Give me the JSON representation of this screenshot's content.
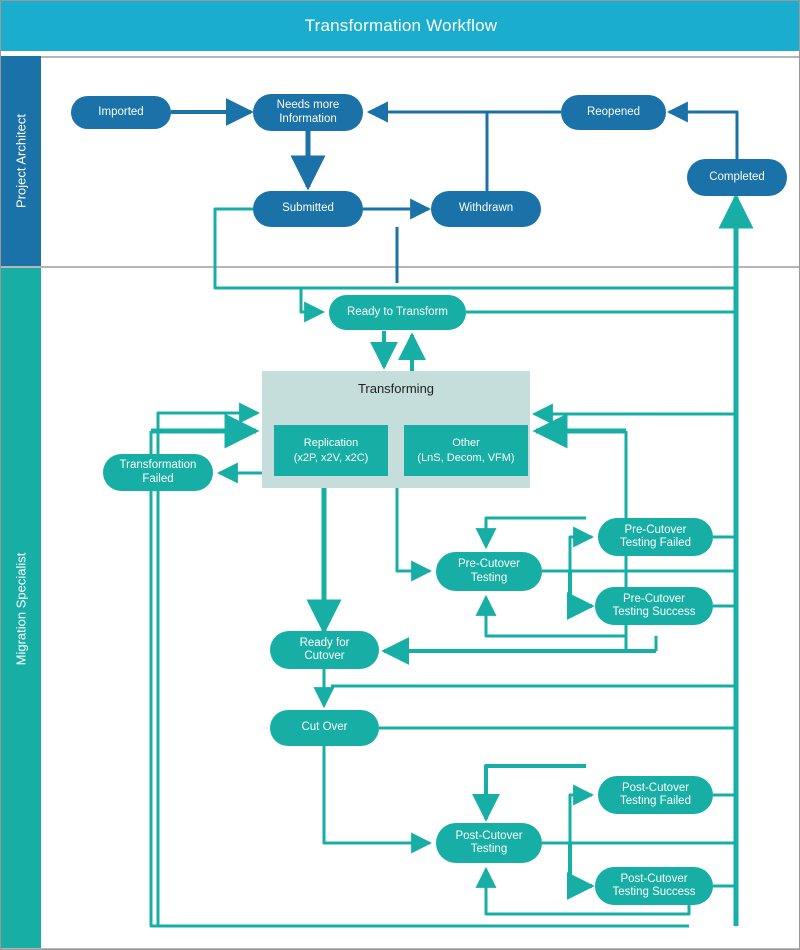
{
  "header": {
    "title": "Transformation Workflow"
  },
  "colors": {
    "header_bg": "#1BADCE",
    "lane_architect_bg": "#1A72A8",
    "lane_specialist_bg": "#17AFA5",
    "node_blue": "#1A72A8",
    "node_teal": "#17AFA5",
    "group_bg": "#c5dedb",
    "divider": "#b6b6b6"
  },
  "lanes": [
    {
      "id": "project-architect",
      "label": "Project Architect"
    },
    {
      "id": "migration-specialist",
      "label": "Migration Specialist"
    }
  ],
  "nodes": {
    "imported": "Imported",
    "needs_more_information": "Needs more\nInformation",
    "needs_more_information_l1": "Needs more",
    "needs_more_information_l2": "Information",
    "submitted": "Submitted",
    "withdrawn": "Withdrawn",
    "reopened": "Reopened",
    "completed": "Completed",
    "ready_to_transform": "Ready to Transform",
    "transforming": "Transforming",
    "replication_l1": "Replication",
    "replication_l2": "(x2P, x2V, x2C)",
    "other_l1": "Other",
    "other_l2": "(LnS, Decom, VFM)",
    "transformation_failed_l1": "Transformation",
    "transformation_failed_l2": "Failed",
    "pre_cutover_testing_l1": "Pre-Cutover",
    "pre_cutover_testing_l2": "Testing",
    "pre_cutover_testing_failed_l1": "Pre-Cutover",
    "pre_cutover_testing_failed_l2": "Testing Failed",
    "pre_cutover_testing_success_l1": "Pre-Cutover",
    "pre_cutover_testing_success_l2": "Testing Success",
    "ready_for_cutover_l1": "Ready for",
    "ready_for_cutover_l2": "Cutover",
    "cut_over": "Cut Over",
    "post_cutover_testing_l1": "Post-Cutover",
    "post_cutover_testing_l2": "Testing",
    "post_cutover_testing_failed_l1": "Post-Cutover",
    "post_cutover_testing_failed_l2": "Testing Failed",
    "post_cutover_testing_success_l1": "Post-Cutover",
    "post_cutover_testing_success_l2": "Testing Success"
  },
  "chart_data": {
    "type": "diagram",
    "title": "Transformation Workflow",
    "swimlanes": [
      "Project Architect",
      "Migration Specialist"
    ],
    "states": [
      {
        "id": "imported",
        "label": "Imported",
        "lane": "Project Architect"
      },
      {
        "id": "needs_more_information",
        "label": "Needs more Information",
        "lane": "Project Architect"
      },
      {
        "id": "submitted",
        "label": "Submitted",
        "lane": "Project Architect"
      },
      {
        "id": "withdrawn",
        "label": "Withdrawn",
        "lane": "Project Architect"
      },
      {
        "id": "reopened",
        "label": "Reopened",
        "lane": "Project Architect"
      },
      {
        "id": "completed",
        "label": "Completed",
        "lane": "Project Architect"
      },
      {
        "id": "ready_to_transform",
        "label": "Ready to Transform",
        "lane": "Migration Specialist"
      },
      {
        "id": "transforming",
        "label": "Transforming",
        "lane": "Migration Specialist",
        "children": [
          "Replication (x2P, x2V, x2C)",
          "Other (LnS, Decom, VFM)"
        ]
      },
      {
        "id": "transformation_failed",
        "label": "Transformation Failed",
        "lane": "Migration Specialist"
      },
      {
        "id": "pre_cutover_testing",
        "label": "Pre-Cutover Testing",
        "lane": "Migration Specialist"
      },
      {
        "id": "pre_cutover_testing_failed",
        "label": "Pre-Cutover Testing Failed",
        "lane": "Migration Specialist"
      },
      {
        "id": "pre_cutover_testing_success",
        "label": "Pre-Cutover Testing Success",
        "lane": "Migration Specialist"
      },
      {
        "id": "ready_for_cutover",
        "label": "Ready for Cutover",
        "lane": "Migration Specialist"
      },
      {
        "id": "cut_over",
        "label": "Cut Over",
        "lane": "Migration Specialist"
      },
      {
        "id": "post_cutover_testing",
        "label": "Post-Cutover Testing",
        "lane": "Migration Specialist"
      },
      {
        "id": "post_cutover_testing_failed",
        "label": "Post-Cutover Testing Failed",
        "lane": "Migration Specialist"
      },
      {
        "id": "post_cutover_testing_success",
        "label": "Post-Cutover Testing Success",
        "lane": "Migration Specialist"
      }
    ],
    "transitions": [
      {
        "from": "imported",
        "to": "needs_more_information"
      },
      {
        "from": "needs_more_information",
        "to": "submitted"
      },
      {
        "from": "submitted",
        "to": "withdrawn"
      },
      {
        "from": "withdrawn",
        "to": "needs_more_information"
      },
      {
        "from": "reopened",
        "to": "needs_more_information"
      },
      {
        "from": "completed",
        "to": "reopened"
      },
      {
        "from": "submitted",
        "to": "ready_to_transform"
      },
      {
        "from": "ready_to_transform",
        "to": "transforming"
      },
      {
        "from": "transforming",
        "to": "ready_to_transform"
      },
      {
        "from": "transforming",
        "to": "transformation_failed"
      },
      {
        "from": "transformation_failed",
        "to": "transforming"
      },
      {
        "from": "transforming",
        "to": "ready_for_cutover"
      },
      {
        "from": "transforming",
        "to": "pre_cutover_testing"
      },
      {
        "from": "pre_cutover_testing",
        "to": "pre_cutover_testing_failed"
      },
      {
        "from": "pre_cutover_testing",
        "to": "pre_cutover_testing_success"
      },
      {
        "from": "pre_cutover_testing_failed",
        "to": "pre_cutover_testing"
      },
      {
        "from": "pre_cutover_testing_success",
        "to": "pre_cutover_testing"
      },
      {
        "from": "pre_cutover_testing_success",
        "to": "ready_for_cutover"
      },
      {
        "from": "ready_for_cutover",
        "to": "cut_over"
      },
      {
        "from": "cut_over",
        "to": "post_cutover_testing"
      },
      {
        "from": "post_cutover_testing",
        "to": "post_cutover_testing_failed"
      },
      {
        "from": "post_cutover_testing",
        "to": "post_cutover_testing_success"
      },
      {
        "from": "post_cutover_testing_failed",
        "to": "post_cutover_testing"
      },
      {
        "from": "post_cutover_testing_success",
        "to": "post_cutover_testing"
      },
      {
        "from": "post_cutover_testing_success",
        "to": "completed"
      }
    ]
  }
}
